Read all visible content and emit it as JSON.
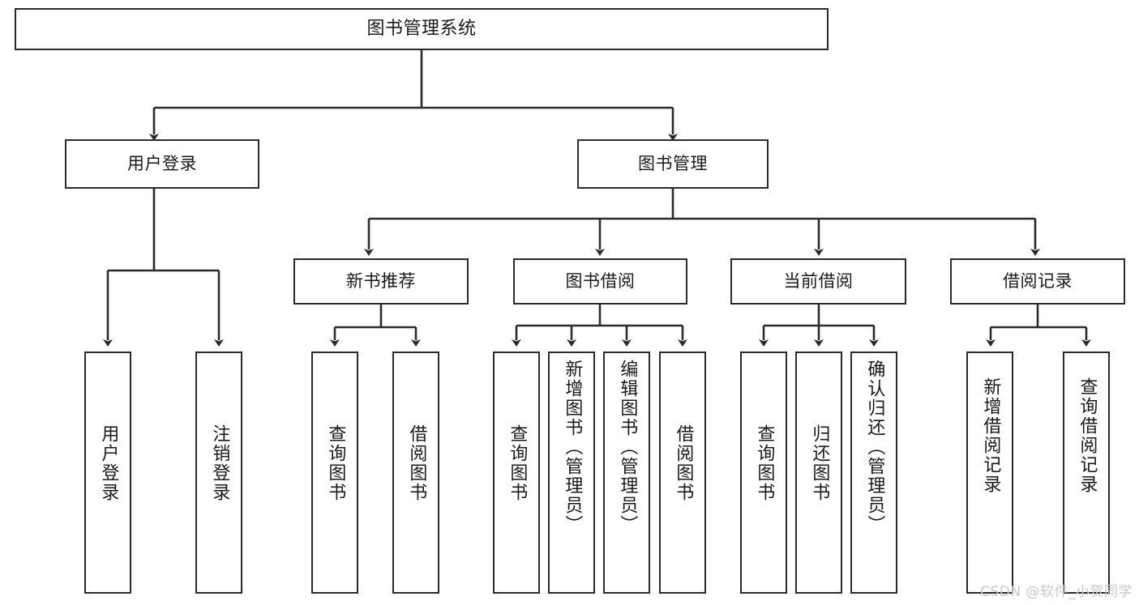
{
  "diagram": {
    "title": "图书管理系统",
    "watermark": "CSDN @软件_小贺同学",
    "stroke_color": "#2b2b2b",
    "background_color": "#ffffff",
    "text_color": "#1a1a1a",
    "watermark_color": "#c9c9c9",
    "root": {
      "label": "图书管理系统"
    },
    "level1": [
      {
        "label": "用户登录"
      },
      {
        "label": "图书管理"
      }
    ],
    "level2": [
      {
        "label": "新书推荐"
      },
      {
        "label": "图书借阅"
      },
      {
        "label": "当前借阅"
      },
      {
        "label": "借阅记录"
      }
    ],
    "leaves": {
      "user_login": [
        {
          "label": "用户登录"
        },
        {
          "label": "注销登录"
        }
      ],
      "new_book": [
        {
          "label": "查询图书"
        },
        {
          "label": "借阅图书"
        }
      ],
      "book_borrow": [
        {
          "label": "查询图书"
        },
        {
          "label": "新增图书（管理员）"
        },
        {
          "label": "编辑图书（管理员）"
        },
        {
          "label": "借阅图书"
        }
      ],
      "current_borrow": [
        {
          "label": "查询图书"
        },
        {
          "label": "归还图书"
        },
        {
          "label": "确认归还（管理员）"
        }
      ],
      "borrow_record": [
        {
          "label": "新增借阅记录"
        },
        {
          "label": "查询借阅记录"
        }
      ]
    }
  }
}
